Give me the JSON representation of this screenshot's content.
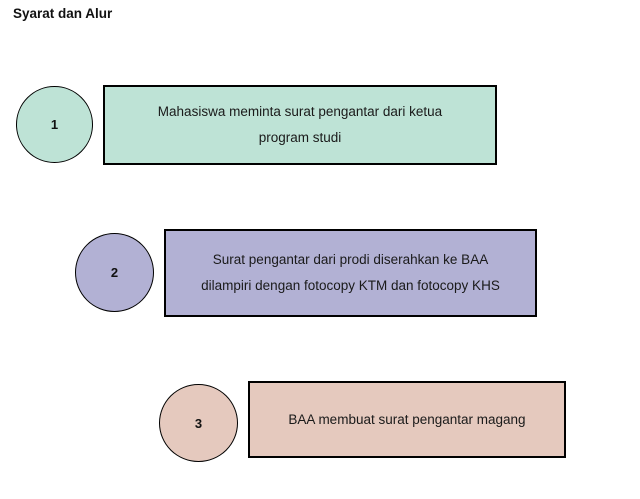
{
  "page": {
    "title": "Syarat dan Alur",
    "background_color": "#ffffff",
    "border_color": "#000000",
    "text_color": "#1a1a1a"
  },
  "steps": [
    {
      "number": "1",
      "lines": [
        "Mahasiswa meminta surat pengantar dari ketua",
        "program studi"
      ],
      "fill": "#bee3d6"
    },
    {
      "number": "2",
      "lines": [
        "Surat pengantar dari prodi diserahkan ke BAA",
        "dilampiri dengan fotocopy KTM dan fotocopy KHS"
      ],
      "fill": "#b2b1d4"
    },
    {
      "number": "3",
      "lines": [
        "BAA membuat surat pengantar magang"
      ],
      "fill": "#e5c9be"
    }
  ]
}
